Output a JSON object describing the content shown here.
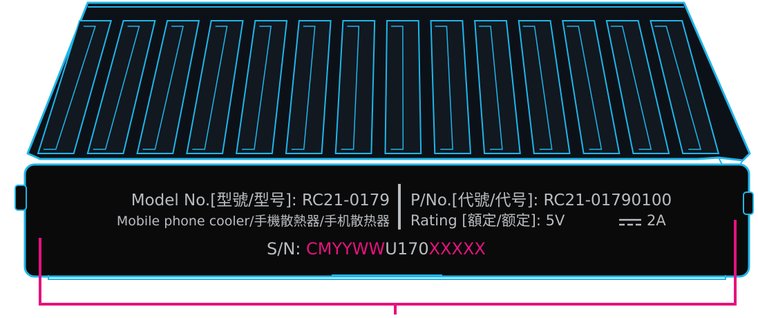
{
  "label": {
    "model_line": "Model No.[型號/型号]: RC21-0179",
    "product_line": "Mobile phone cooler/手機散熱器/手机散热器",
    "pn_line": "P/No.[代號/代号]: RC21-01790100",
    "rating_prefix": "Rating [額定/额定]: 5V",
    "rating_suffix": "2A",
    "sn_prefix": "S/N: ",
    "sn_date_code": "CMYYWW",
    "sn_middle": "U170",
    "sn_serial": "XXXXX"
  },
  "colors": {
    "outline": "#1fb6ea",
    "body": "#0a0a0a",
    "fin_fill": "#111820",
    "label_text": "#b9bcc0",
    "highlight": "#e6127e",
    "bracket": "#e6127e",
    "background": "#ffffff"
  },
  "icons": {
    "dc_symbol": "direct-current-icon"
  }
}
